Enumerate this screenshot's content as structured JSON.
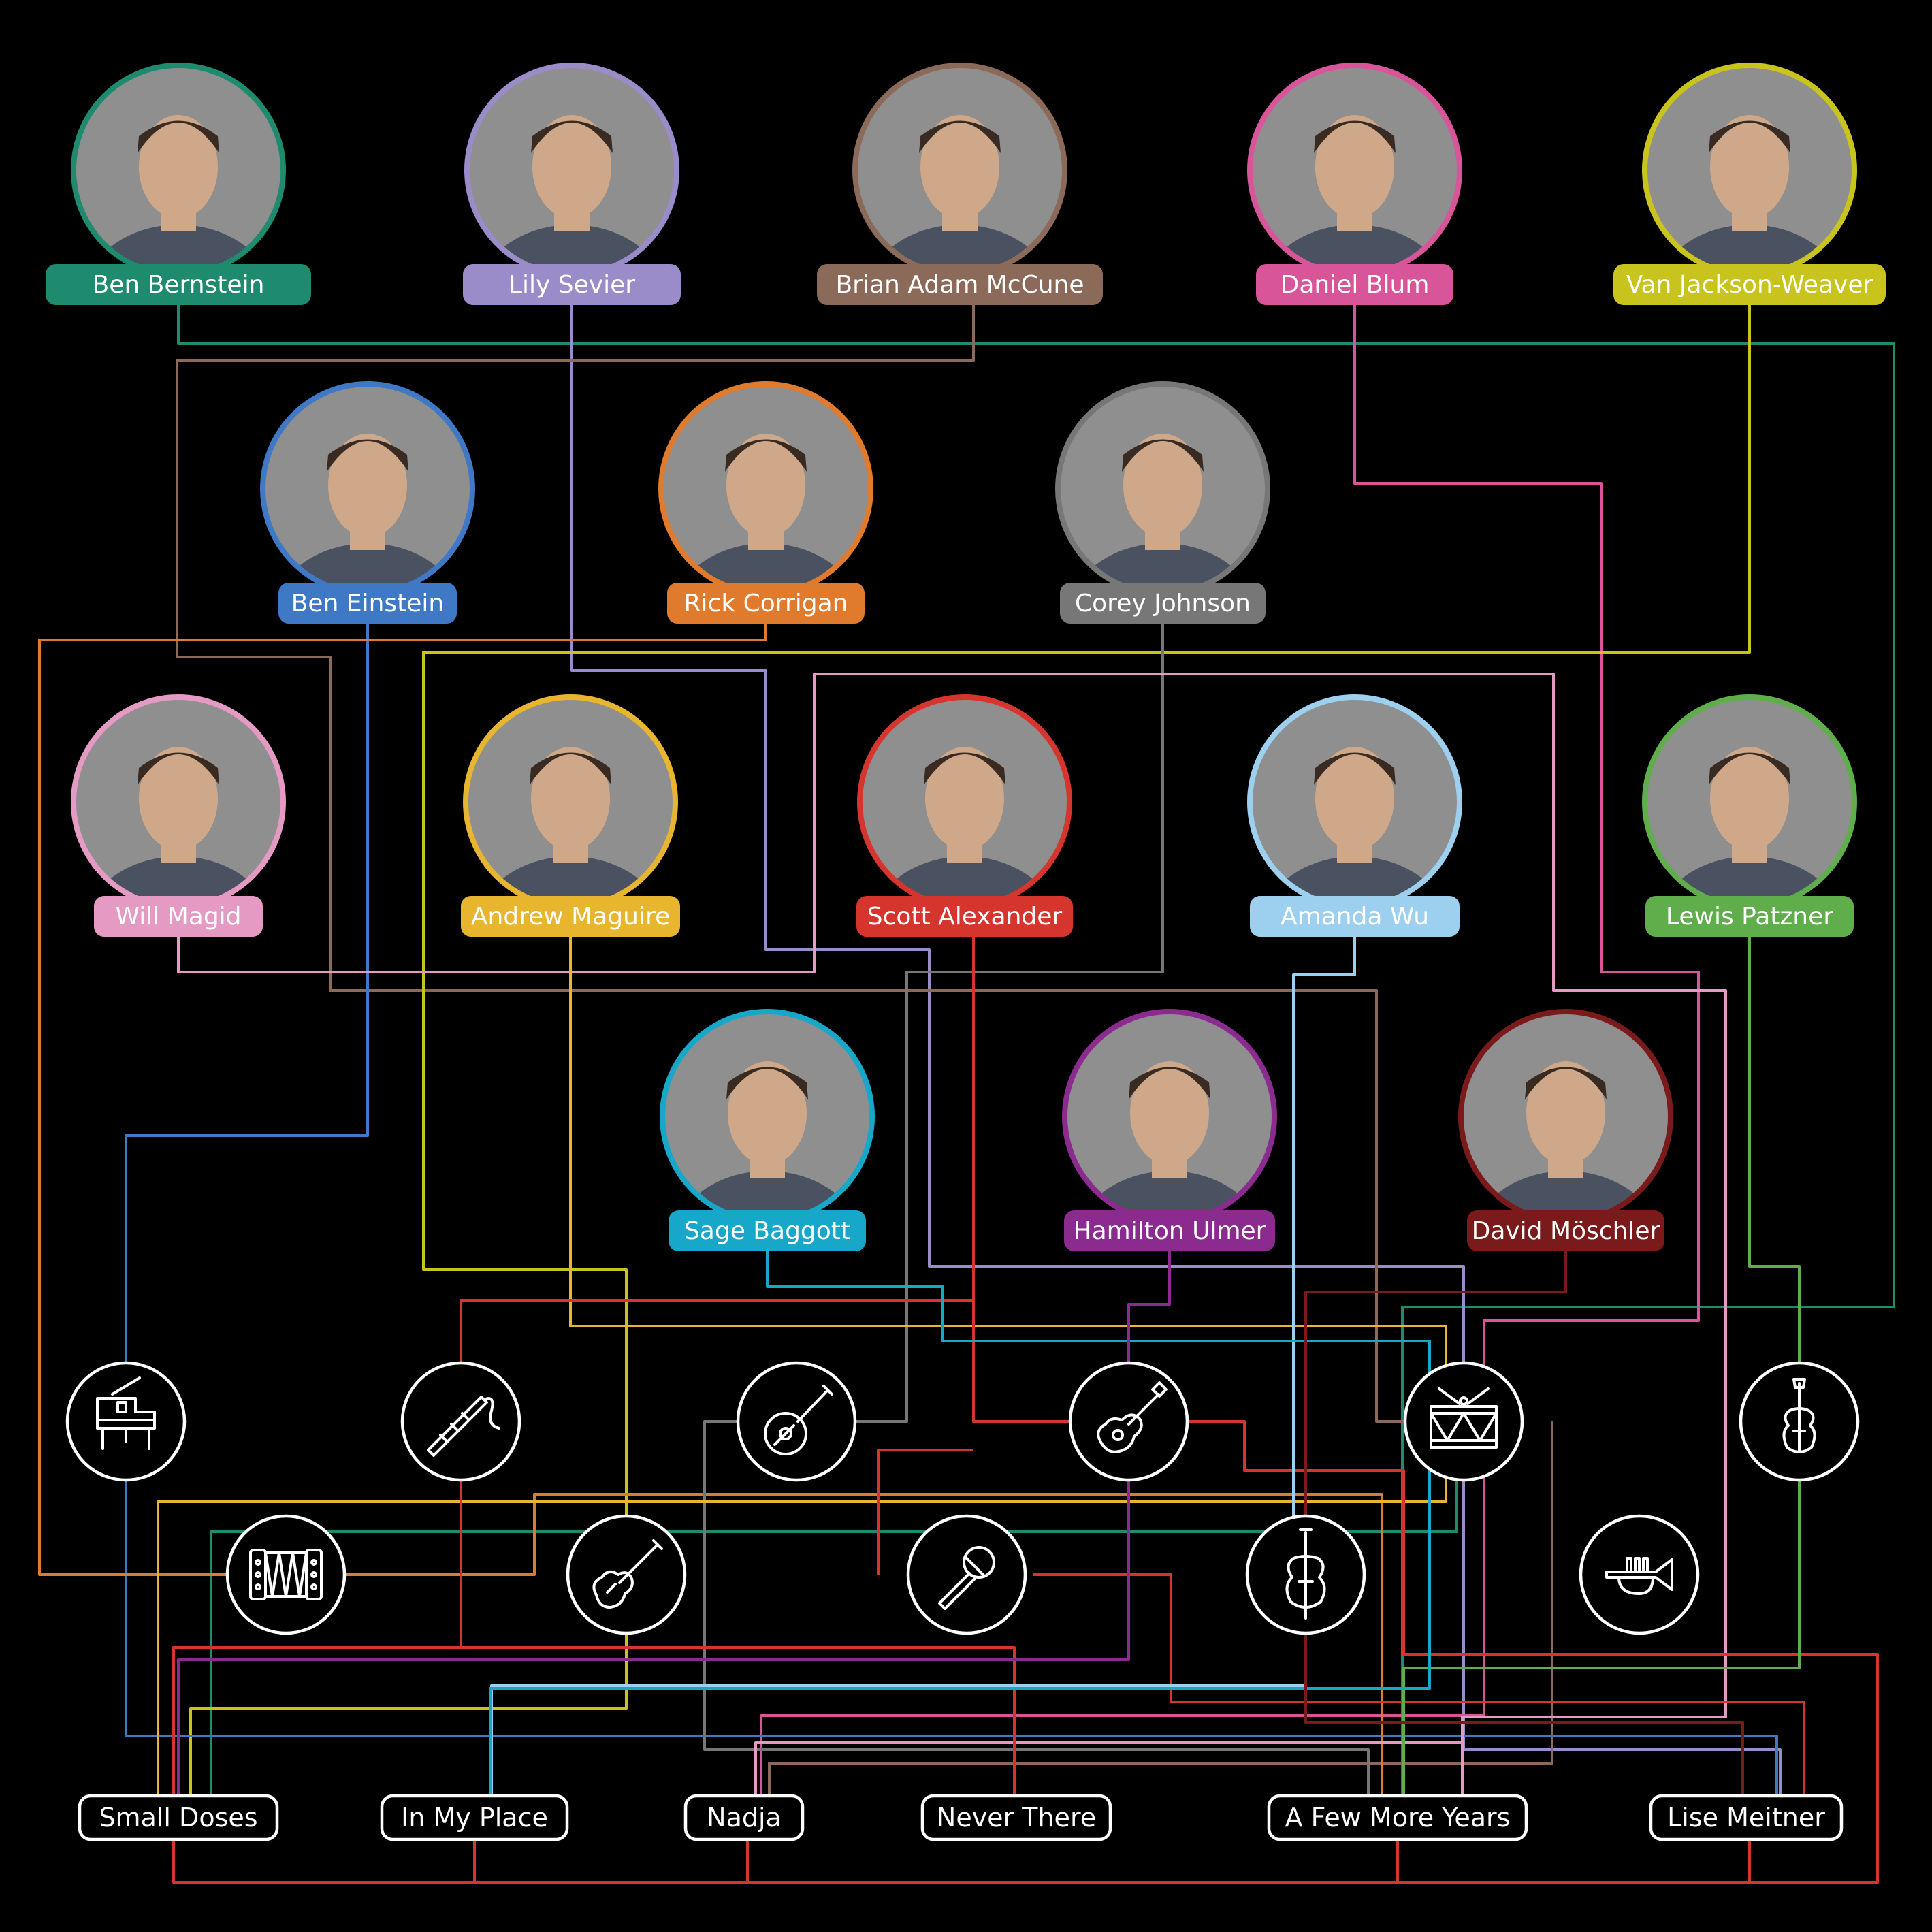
{
  "people": [
    {
      "name": "Ben Bernstein",
      "color": "#1e8a6e",
      "icon": "person-avatar"
    },
    {
      "name": "Lily Sevier",
      "color": "#9a8cc9",
      "icon": "person-avatar"
    },
    {
      "name": "Brian Adam McCune",
      "color": "#8c6a5a",
      "icon": "person-avatar"
    },
    {
      "name": "Daniel Blum",
      "color": "#d8559a",
      "icon": "person-avatar"
    },
    {
      "name": "Van Jackson-Weaver",
      "color": "#c9c31e",
      "icon": "person-avatar"
    },
    {
      "name": "Ben Einstein",
      "color": "#3f78c4",
      "icon": "person-avatar"
    },
    {
      "name": "Rick Corrigan",
      "color": "#e07a2c",
      "icon": "person-avatar"
    },
    {
      "name": "Corey Johnson",
      "color": "#777777",
      "icon": "person-avatar"
    },
    {
      "name": "Will Magid",
      "color": "#e59ac4",
      "icon": "person-avatar"
    },
    {
      "name": "Andrew Maguire",
      "color": "#e8b52f",
      "icon": "person-avatar"
    },
    {
      "name": "Scott Alexander",
      "color": "#d6352d",
      "icon": "person-avatar"
    },
    {
      "name": "Amanda Wu",
      "color": "#9dd0ef",
      "icon": "person-avatar"
    },
    {
      "name": "Lewis Patzner",
      "color": "#5fae4b",
      "icon": "person-avatar"
    },
    {
      "name": "Sage Baggott",
      "color": "#17a7c9",
      "icon": "person-avatar"
    },
    {
      "name": "Hamilton Ulmer",
      "color": "#8c2b8f",
      "icon": "person-avatar"
    },
    {
      "name": "David Möschler",
      "color": "#7a1a1a",
      "icon": "person-avatar"
    }
  ],
  "instruments": [
    {
      "icon": "piano-icon"
    },
    {
      "icon": "bassoon-icon"
    },
    {
      "icon": "mandolin-icon"
    },
    {
      "icon": "ukulele-icon"
    },
    {
      "icon": "drum-icon"
    },
    {
      "icon": "violin-icon"
    },
    {
      "icon": "accordion-icon"
    },
    {
      "icon": "bass-guitar-icon"
    },
    {
      "icon": "microphone-icon"
    },
    {
      "icon": "cello-icon"
    },
    {
      "icon": "trumpet-icon"
    }
  ],
  "songs": [
    {
      "title": "Small Doses"
    },
    {
      "title": "In My Place"
    },
    {
      "title": "Nadja"
    },
    {
      "title": "Never There"
    },
    {
      "title": "A Few More Years"
    },
    {
      "title": "Lise Meitner"
    }
  ]
}
